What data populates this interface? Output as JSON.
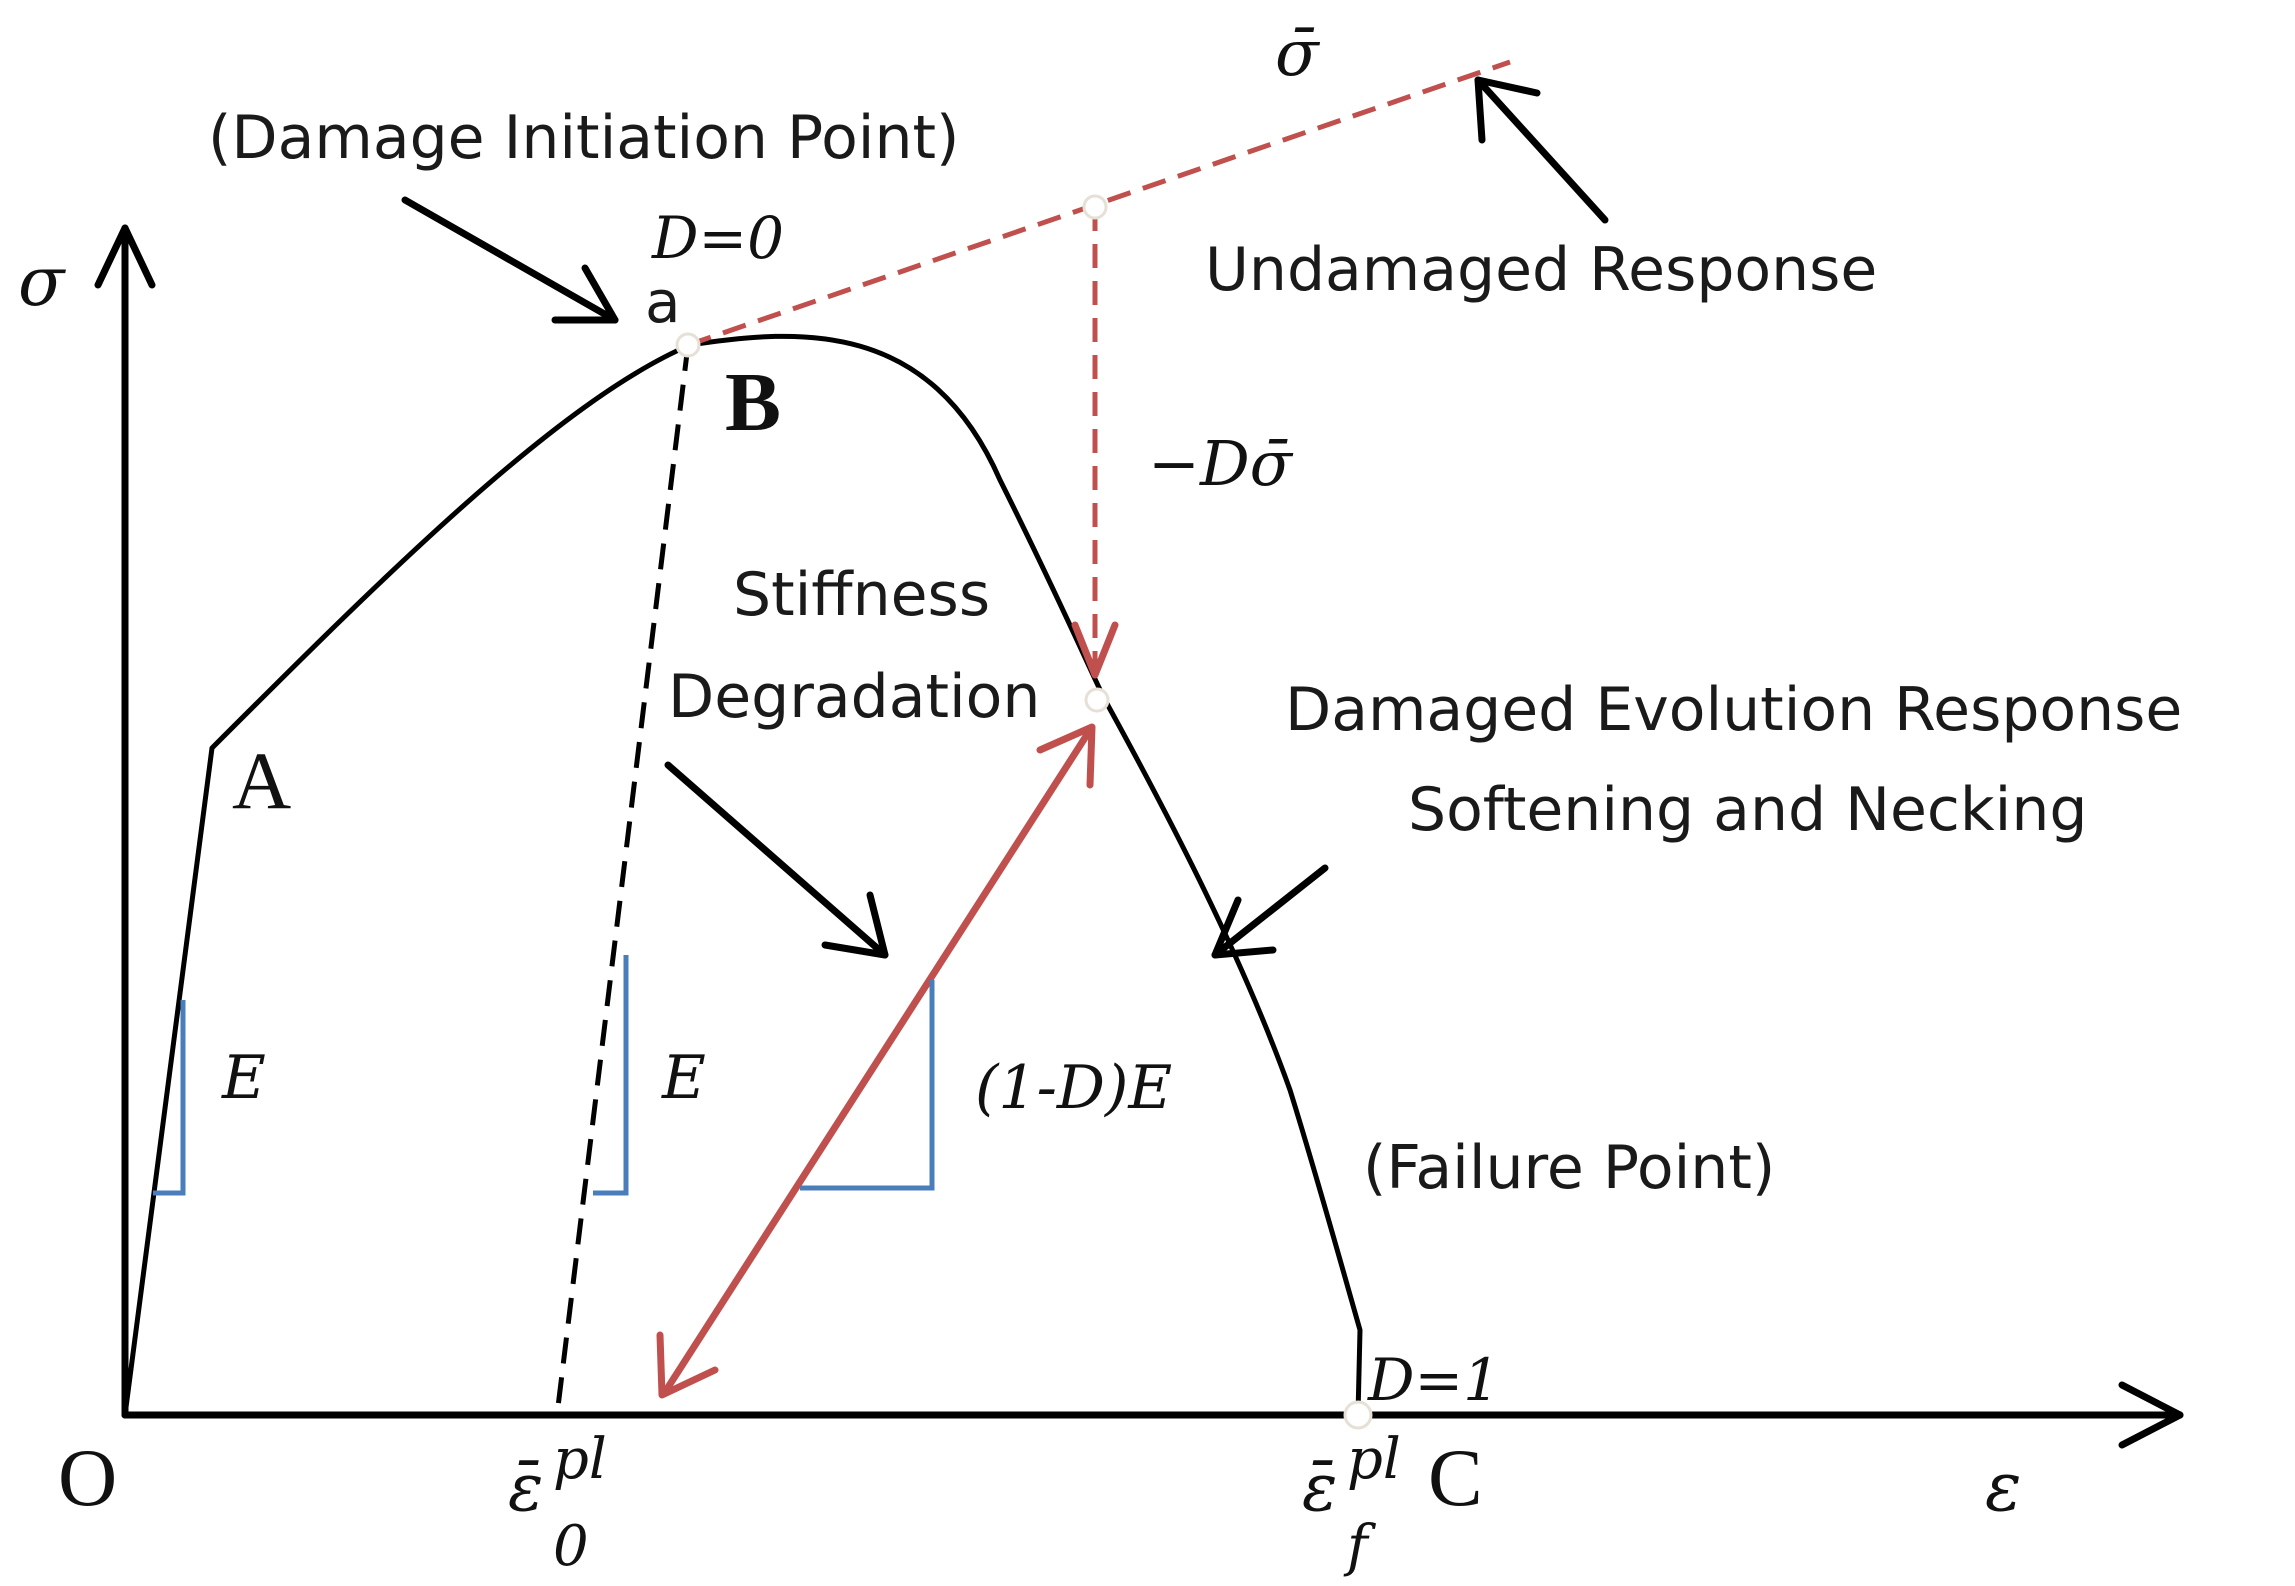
{
  "axes": {
    "y_label": "σ",
    "x_label": "ε",
    "origin_label": "O"
  },
  "points": {
    "a_label": "a",
    "b_label": "B",
    "a_region_label": "A",
    "c_label": "C",
    "d_zero": "D=0",
    "d_one": "D=1"
  },
  "annotations": {
    "damage_initiation": "(Damage Initiation Point)",
    "undamaged_response": "Undamaged Response",
    "sigma_bar": "σ̄",
    "minus_d_sigma": "−Dσ̄",
    "stiffness_line1": "Stiffness",
    "stiffness_line2": "Degradation",
    "damaged_line1": "Damaged Evolution Response",
    "damaged_line2": "Softening and Necking",
    "failure_point": "(Failure Point)",
    "slope_e1": "E",
    "slope_e2": "E",
    "slope_damaged": "(1-D)E",
    "eps0_symbol": "ε̄",
    "eps0_sup": "pl",
    "eps0_sub": "0",
    "epsf_symbol": "ε̄",
    "epsf_sup": "pl",
    "epsf_sub": "f"
  },
  "colors": {
    "curve": "#000000",
    "damage_path": "#c0504d",
    "slope_triangles": "#4a7ebb"
  }
}
